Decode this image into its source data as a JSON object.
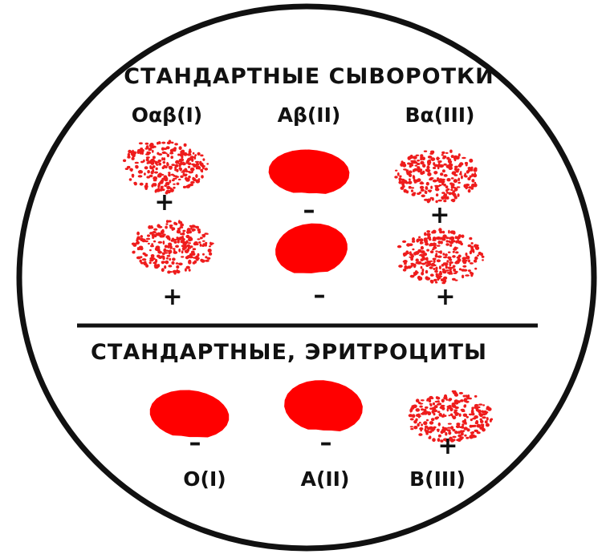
{
  "colors": {
    "agglutinated": "#ee1c1c",
    "solid": "#ff0000",
    "ink": "#111111",
    "background": "#ffffff"
  },
  "sera_section": {
    "title": "СТАНДАРТНЫЕ СЫВОРОТКИ",
    "columns": [
      "Oαβ(I)",
      "Aβ(II)",
      "Bα(III)"
    ],
    "rows": [
      {
        "wells": [
          {
            "reaction": "agglutinated",
            "sign": "+"
          },
          {
            "reaction": "solid",
            "sign": "–"
          },
          {
            "reaction": "agglutinated",
            "sign": "+"
          }
        ]
      },
      {
        "wells": [
          {
            "reaction": "agglutinated",
            "sign": "+"
          },
          {
            "reaction": "solid",
            "sign": "–"
          },
          {
            "reaction": "agglutinated",
            "sign": "+"
          }
        ]
      }
    ]
  },
  "erythrocytes_section": {
    "title": "СТАНДАРТНЫЕ, ЭРИТРОЦИТЫ",
    "wells": [
      {
        "reaction": "solid",
        "sign": "–",
        "label": "O(I)"
      },
      {
        "reaction": "solid",
        "sign": "–",
        "label": "A(II)"
      },
      {
        "reaction": "agglutinated",
        "sign": "+",
        "label": "B(III)"
      }
    ]
  }
}
